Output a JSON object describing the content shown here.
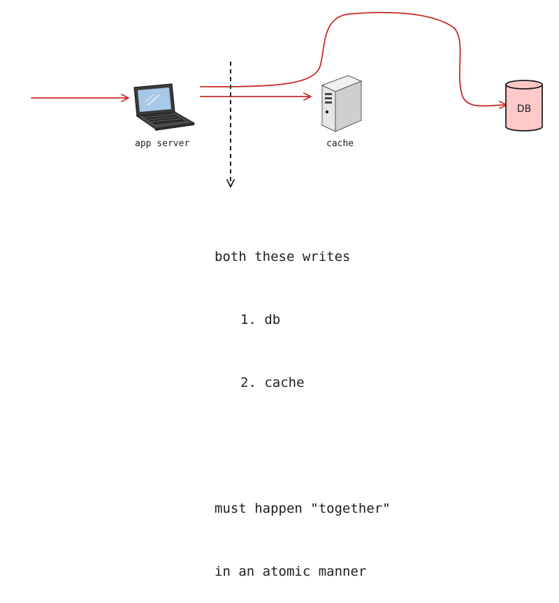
{
  "nodes": {
    "app_server": "app server",
    "cache": "cache",
    "db": "DB"
  },
  "note": {
    "line1": "both these writes",
    "item1": "1. db",
    "item2": "2. cache",
    "line3": "must happen \"together\"",
    "line4": "in an atomic manner"
  },
  "colors": {
    "arrow": "#c92a2a",
    "db_fill": "#ffc9c9",
    "ink": "#1e1e1e"
  }
}
